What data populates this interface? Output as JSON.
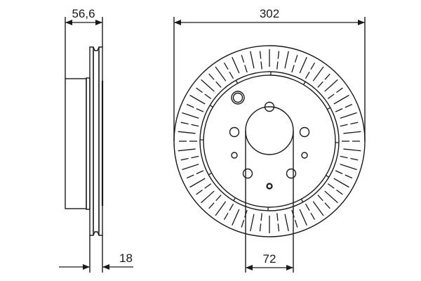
{
  "drawing": {
    "title": "Brake disc technical drawing",
    "line_color": "#1a1a1a",
    "background": "#ffffff"
  },
  "dimensions": {
    "overall_height": {
      "label": "56,6",
      "description": "Disc overall height (side view)"
    },
    "disc_thickness": {
      "label": "18",
      "description": "Disc friction ring thickness"
    },
    "outer_diameter": {
      "label": "302",
      "description": "Disc outer diameter"
    },
    "center_bore": {
      "label": "72",
      "description": "Center bore diameter"
    }
  },
  "views": {
    "side_view": {
      "name": "side-view"
    },
    "front_view": {
      "name": "front-view",
      "bolt_holes": 4,
      "small_holes": 4,
      "center_bore": true,
      "vented": true
    }
  }
}
